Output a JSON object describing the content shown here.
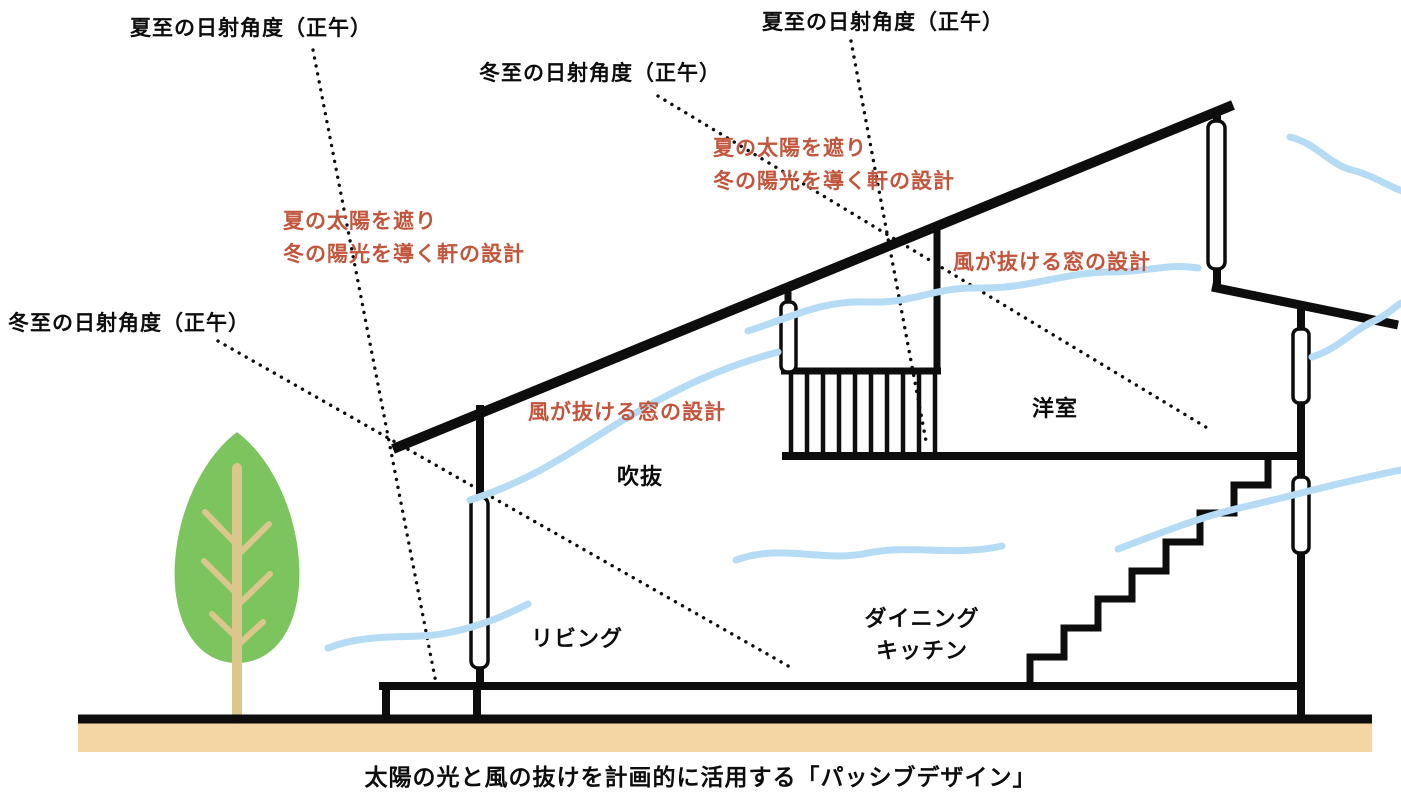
{
  "diagram": {
    "caption": "太陽の光と風の抜けを計画的に活用する「パッシブデザイン」",
    "sun_labels": {
      "summer_left": "夏至の日射角度（正午）",
      "winter_mid": "冬至の日射角度（正午）",
      "summer_right": "夏至の日射角度（正午）",
      "winter_left": "冬至の日射角度（正午）"
    },
    "notes": {
      "eaves_line1": "夏の太陽を遮り",
      "eaves_line2": "冬の陽光を導く軒の設計",
      "window": "風が抜ける窓の設計"
    },
    "rooms": {
      "void": "吹抜",
      "living": "リビング",
      "dining1": "ダイニング",
      "dining2": "キッチン",
      "western": "洋室"
    },
    "colors": {
      "accent_red": "#c2553c",
      "wind_blue": "#b5dcf4",
      "tree_green": "#7cc45e",
      "trunk_beige": "#dbc68c",
      "ground_tan": "#f3d6a4",
      "line_black": "#0d0d0d"
    }
  }
}
